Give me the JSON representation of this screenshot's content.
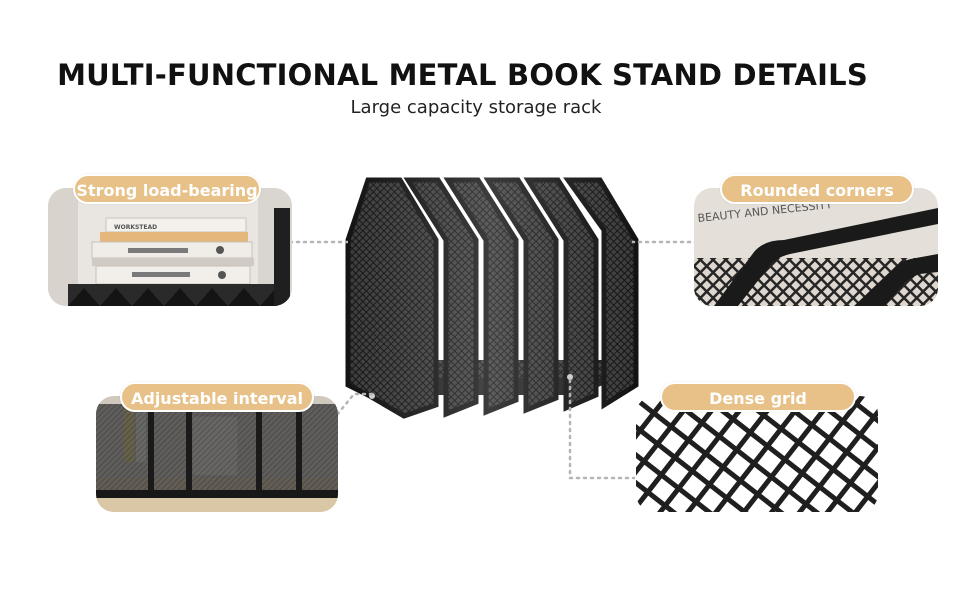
{
  "header": {
    "title": "MULTI-FUNCTIONAL METAL BOOK STAND DETAILS",
    "subtitle": "Large capacity storage rack"
  },
  "details": [
    {
      "label": "Strong load-bearing"
    },
    {
      "label": "Rounded corners",
      "print_text": "BEAUTY AND NECESSITY"
    },
    {
      "label": "Adjustable interval"
    },
    {
      "label": "Dense grid"
    }
  ],
  "book_labels": [
    "WORKSTEAD"
  ],
  "colors": {
    "pill_bg": "#e7c188",
    "pill_text": "#ffffff",
    "metal": "#1c1c1c",
    "dot_line": "#b5b5b5"
  },
  "icons": [
    "mesh-rack-icon"
  ]
}
